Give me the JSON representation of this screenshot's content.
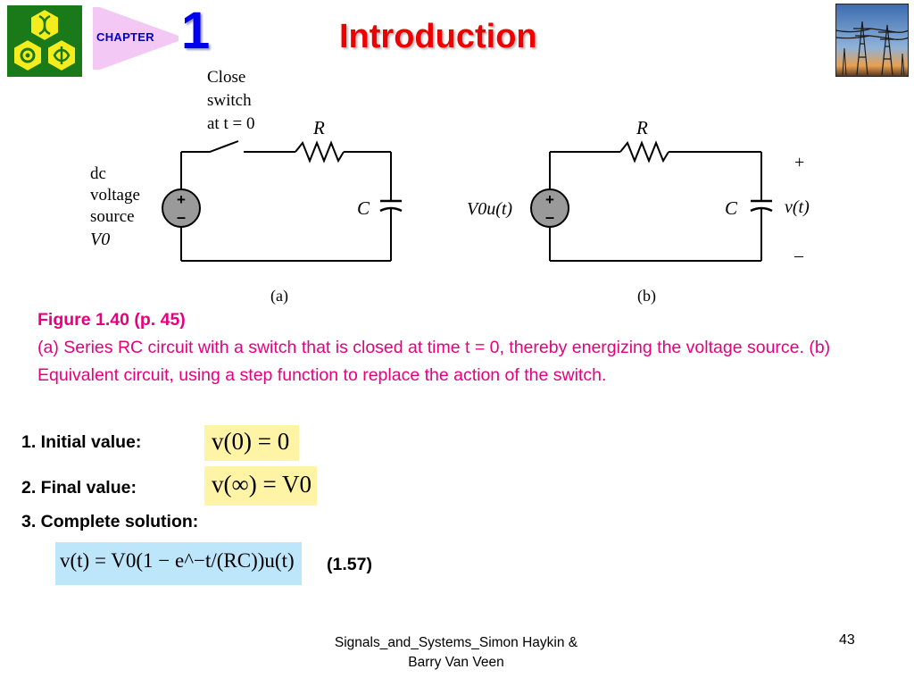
{
  "header": {
    "chapter_label": "CHAPTER",
    "chapter_number": "1",
    "title": "Introduction"
  },
  "figure": {
    "a": {
      "switch_text": [
        "Close",
        "switch",
        "at t = 0"
      ],
      "source_text": [
        "dc",
        "voltage",
        "source",
        "V0"
      ],
      "resistor": "R",
      "capacitor": "C",
      "panel": "(a)"
    },
    "b": {
      "source": "V0u(t)",
      "resistor": "R",
      "capacitor": "C",
      "output": "v(t)",
      "plus": "+",
      "minus": "–",
      "panel": "(b)"
    }
  },
  "caption": {
    "head": "Figure 1.40  (p. 45)",
    "body": "(a) Series RC circuit with a switch that is closed at time t = 0, thereby energizing the voltage source. (b) Equivalent circuit, using a step function to replace the action of the switch."
  },
  "items": {
    "initial_label": "1. Initial value:",
    "initial_eq": "v(0) = 0",
    "final_label": "2. Final value:",
    "final_eq": "v(∞) = V0",
    "complete_label": "3. Complete solution:",
    "complete_eq": "v(t) = V0(1 − e^−t/(RC))u(t)",
    "eq_number": "(1.57)"
  },
  "footer": {
    "text": "Signals_and_Systems_Simon Haykin & Barry Van Veen",
    "page": "43"
  },
  "colors": {
    "title": "#ee0000",
    "caption": "#e6007e",
    "eq_yellow": "#fff3a6",
    "eq_blue": "#bde6fa",
    "chapter_blue": "#0000ee"
  }
}
